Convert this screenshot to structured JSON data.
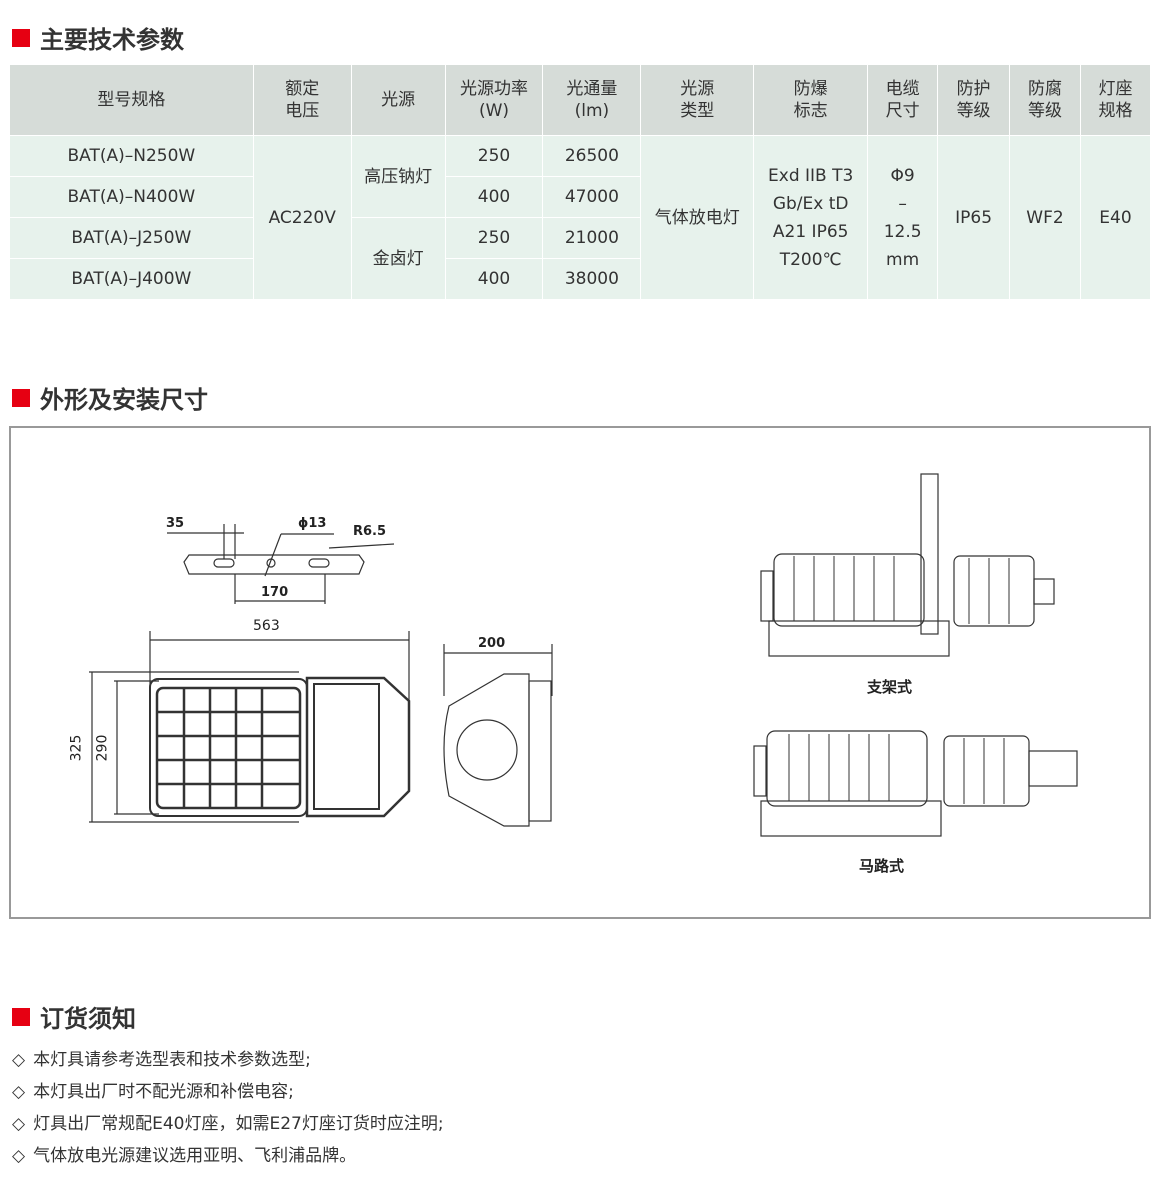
{
  "sections": {
    "params": "主要技术参数",
    "dims": "外形及安装尺寸",
    "order": "订货须知"
  },
  "table": {
    "headers": [
      "型号规格",
      "额定\n电压",
      "光源",
      "光源功率\n(W)",
      "光通量\n(lm)",
      "光源\n类型",
      "防爆\n标志",
      "电缆\n尺寸",
      "防护\n等级",
      "防腐\n等级",
      "灯座\n规格"
    ],
    "models": [
      "BAT(A)–N250W",
      "BAT(A)–N400W",
      "BAT(A)–J250W",
      "BAT(A)–J400W"
    ],
    "voltage": "AC220V",
    "sources": [
      "高压钠灯",
      "金卤灯"
    ],
    "power": [
      "250",
      "400",
      "250",
      "400"
    ],
    "flux": [
      "26500",
      "47000",
      "21000",
      "38000"
    ],
    "type": "气体放电灯",
    "ex_mark": [
      "Exd IIB T3",
      "Gb/Ex tD",
      "A21 IP65",
      "T200℃"
    ],
    "cable": [
      "Φ9",
      "–",
      "12.5",
      "mm"
    ],
    "ip": "IP65",
    "anticorrosion": "WF2",
    "socket": "E40"
  },
  "drawing": {
    "dims": {
      "d35": "35",
      "d13": "ϕ13",
      "r65": "R6.5",
      "d170": "170",
      "d563": "563",
      "d325": "325",
      "d290": "290",
      "d200": "200"
    },
    "labels": {
      "bracket": "支架式",
      "road": "马路式"
    }
  },
  "notes": [
    "本灯具请参考选型表和技术参数选型;",
    "本灯具出厂时不配光源和补偿电容;",
    "灯具出厂常规配E40灯座，如需E27灯座订货时应注明;",
    "气体放电光源建议选用亚明、飞利浦品牌。"
  ],
  "note_bullet": "◇"
}
